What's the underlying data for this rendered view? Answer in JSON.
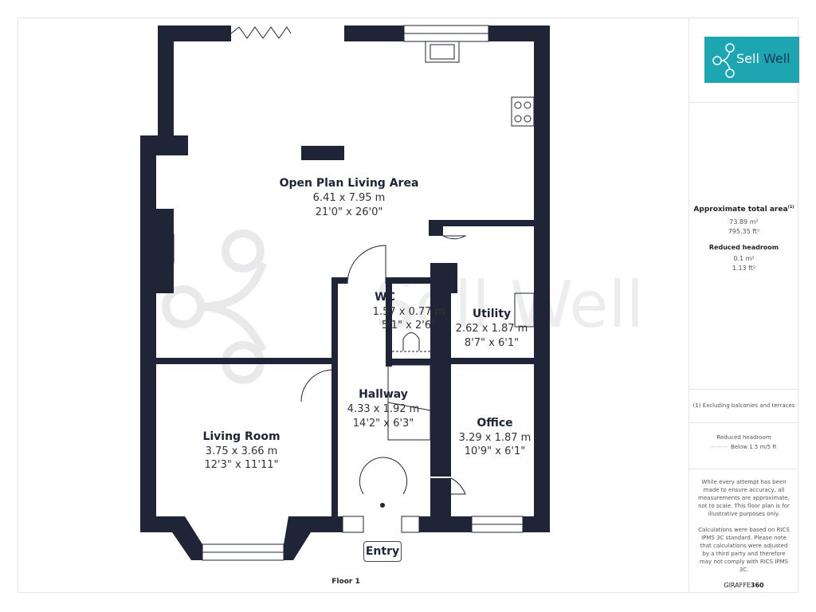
{
  "colors": {
    "wall": "#1f2537",
    "brand": "#1ea5b2",
    "brand_dark": "#1a3a5a"
  },
  "brand": {
    "name_part1": "Sell ",
    "name_part2": "Well",
    "watermark": "Sell Well"
  },
  "rooms": [
    {
      "name": "Open Plan Living Area",
      "metric": "6.41 x 7.95 m",
      "imperial": "21'0\" x 26'0\""
    },
    {
      "name": "WC",
      "metric": "1.57 x 0.77 m",
      "imperial": "5'1\" x 2'6\""
    },
    {
      "name": "Utility",
      "metric": "2.62 x 1.87 m",
      "imperial": "8'7\" x 6'1\""
    },
    {
      "name": "Hallway",
      "metric": "4.33 x 1.92 m",
      "imperial": "14'2\" x 6'3\""
    },
    {
      "name": "Office",
      "metric": "3.29 x 1.87 m",
      "imperial": "10'9\" x 6'1\""
    },
    {
      "name": "Living Room",
      "metric": "3.75 x 3.66 m",
      "imperial": "12'3\" x 11'11\""
    }
  ],
  "entry_label": "Entry",
  "floor_label": "Floor 1",
  "panel": {
    "total_area_title": "Approximate total area",
    "total_area_sup": "(1)",
    "total_area_m2": "73.89 m²",
    "total_area_ft2": "795.35 ft²",
    "reduced_title": "Reduced headroom",
    "reduced_m2": "0.1 m²",
    "reduced_ft2": "1.13 ft²",
    "footnote": "(1) Excluding balconies and terraces",
    "legend_title": "Reduced headroom",
    "legend_line": "·········",
    "legend_text": "Below 1.5 m/5 ft",
    "disclaimer1": "While every attempt has been made to ensure accuracy, all measurements are approximate, not to scale. This floor plan is for illustrative purposes only.",
    "disclaimer2": "Calculations were based on RICS IPMS 3C standard. Please note that calculations were adjusted by a third party and therefore may not comply with RICS IPMS 3C.",
    "credit_part1": "GIRAFFE",
    "credit_part2": "360"
  }
}
